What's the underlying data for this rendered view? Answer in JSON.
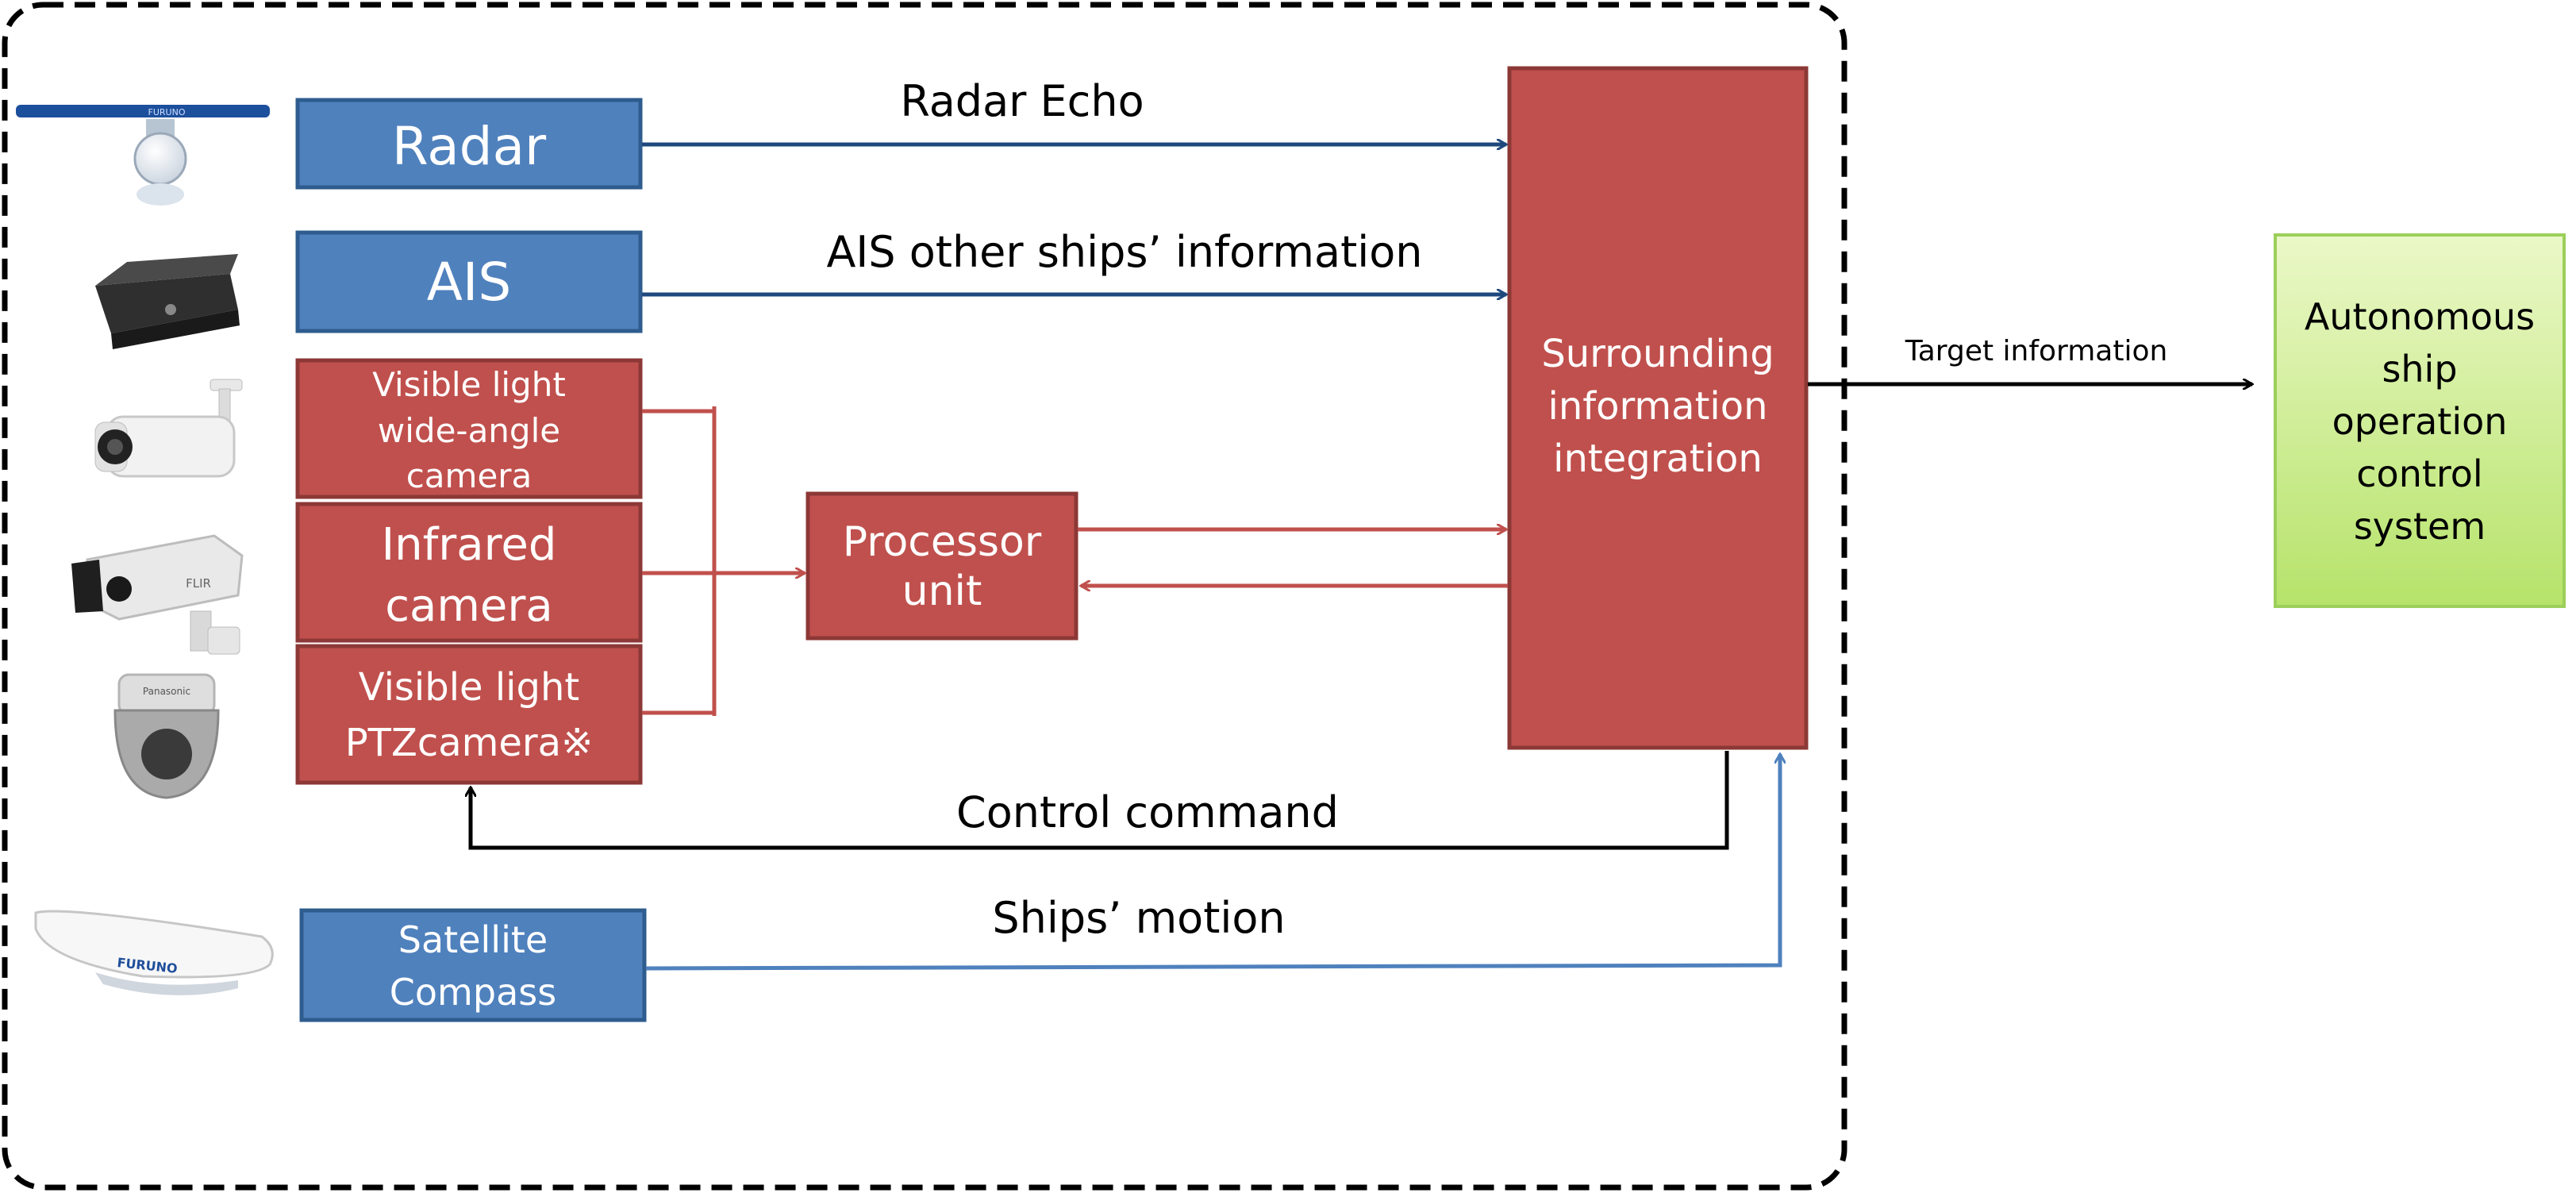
{
  "colors": {
    "blue_box": "#4f81bd",
    "blue_border": "#2e5c8e",
    "red_box": "#c0504d",
    "red_border": "#8c3836",
    "green_box": "#c3e87a",
    "blue_arrow": "#1f497d",
    "light_blue_arrow": "#4f81bd",
    "red_arrow": "#c0504d"
  },
  "sensors": {
    "radar": "Radar",
    "ais": "AIS",
    "visible_wide": [
      "Visible light",
      "wide-angle",
      "camera"
    ],
    "infrared": [
      "Infrared",
      "camera"
    ],
    "ptz": [
      "Visible light",
      "PTZcamera※"
    ],
    "compass": [
      "Satellite",
      "Compass"
    ]
  },
  "processor": [
    "Processor",
    "unit"
  ],
  "integration": [
    "Surrounding",
    "information",
    "integration"
  ],
  "control_system": [
    "Autonomous",
    "ship",
    "operation",
    "control",
    "system"
  ],
  "labels": {
    "radar_echo": "Radar Echo",
    "ais_info": "AIS other ships’ information",
    "target_info": "Target information",
    "control_command": "Control command",
    "ships_motion": "Ships’ motion"
  },
  "device_photos": [
    {
      "name": "radar-antenna",
      "brand": "FURUNO"
    },
    {
      "name": "ais-unit"
    },
    {
      "name": "bullet-camera"
    },
    {
      "name": "infrared-camera",
      "brand": "FLIR"
    },
    {
      "name": "ptz-dome-camera",
      "brand": "Panasonic"
    },
    {
      "name": "satellite-compass-dome",
      "brand": "FURUNO"
    }
  ]
}
